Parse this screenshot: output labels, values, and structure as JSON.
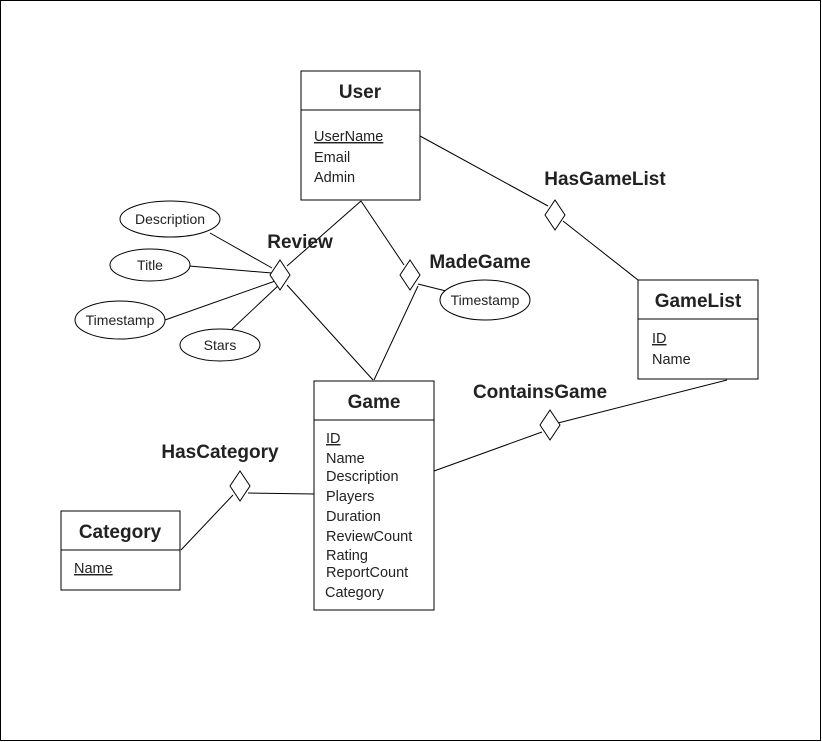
{
  "entities": {
    "user": {
      "title": "User",
      "attributes": [
        {
          "name": "UserName",
          "key": true
        },
        {
          "name": "Email",
          "key": false
        },
        {
          "name": "Admin",
          "key": false
        }
      ]
    },
    "gamelist": {
      "title": "GameList",
      "attributes": [
        {
          "name": "ID",
          "key": true
        },
        {
          "name": "Name",
          "key": false
        }
      ]
    },
    "game": {
      "title": "Game",
      "attributes": [
        {
          "name": "ID",
          "key": true
        },
        {
          "name": "Name",
          "key": false
        },
        {
          "name": "Description",
          "key": false
        },
        {
          "name": "Players",
          "key": false
        },
        {
          "name": "Duration",
          "key": false
        },
        {
          "name": "ReviewCount",
          "key": false
        },
        {
          "name": "Rating",
          "key": false
        },
        {
          "name": "ReportCount",
          "key": false
        },
        {
          "name": "Category",
          "key": false
        }
      ]
    },
    "category": {
      "title": "Category",
      "attributes": [
        {
          "name": "Name",
          "key": true
        }
      ]
    }
  },
  "relationships": {
    "hasgamelist": {
      "label": "HasGameList"
    },
    "review": {
      "label": "Review",
      "attributes": [
        "Description",
        "Title",
        "Timestamp",
        "Stars"
      ]
    },
    "madegame": {
      "label": "MadeGame",
      "attributes": [
        "Timestamp"
      ]
    },
    "containsgame": {
      "label": "ContainsGame"
    },
    "hascategory": {
      "label": "HasCategory"
    }
  },
  "colors": {
    "stroke": "#000000",
    "background": "#ffffff",
    "text": "#222222"
  }
}
